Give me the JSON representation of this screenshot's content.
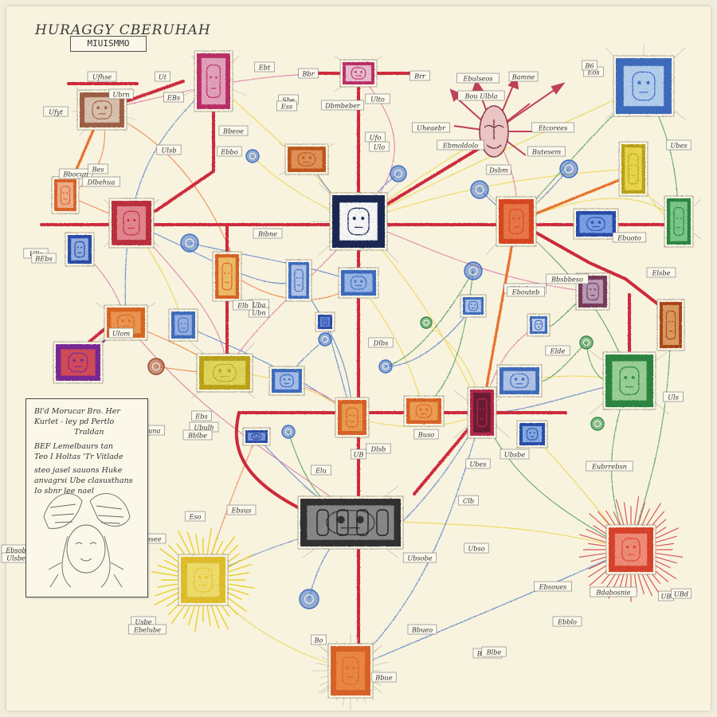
{
  "title": "HURAGGY CBERUHAH",
  "subtitle": "MIUISMMO",
  "notes": {
    "lines": [
      "Bl'd Morucar Bro. Her",
      "Kurlet - ley pd Pertlo",
      "Traldan",
      "BEF Lemelbaurs tan",
      "Teo I Holtas 'Tr Vitlade",
      "steo jasel sauons Huke",
      "anvagrsi Ube clasusthans",
      "Io sbnr lee nael"
    ]
  },
  "colors": {
    "red": "#cc2b3a",
    "orange": "#e8702a",
    "yellow": "#e8cf2e",
    "blue": "#3f6fc4",
    "green": "#2f8a45",
    "pink": "#d6659a",
    "purple": "#7d2a9a",
    "paper": "#f8f3df"
  },
  "labels": [
    {
      "id": "l1",
      "text": "Ufhse"
    },
    {
      "id": "l2",
      "text": "Bbocun"
    },
    {
      "id": "l3",
      "text": "Ufyt"
    },
    {
      "id": "l4",
      "text": "Ubrn"
    },
    {
      "id": "l5",
      "text": "Ut"
    },
    {
      "id": "l6",
      "text": "EBs"
    },
    {
      "id": "l7",
      "text": "Ebt"
    },
    {
      "id": "l8",
      "text": "Bbr"
    },
    {
      "id": "l9",
      "text": "Brr"
    },
    {
      "id": "l10",
      "text": "Ulto"
    },
    {
      "id": "l11",
      "text": "Bou Ulbla"
    },
    {
      "id": "l12",
      "text": "Uheaebr"
    },
    {
      "id": "l13",
      "text": "Ebmoldolo"
    },
    {
      "id": "l14",
      "text": "Etcorees"
    },
    {
      "id": "l15",
      "text": "Butesem"
    },
    {
      "id": "l16",
      "text": "Dsbm"
    },
    {
      "id": "l17",
      "text": "Bamne"
    },
    {
      "id": "l18",
      "text": "Ebulseos"
    },
    {
      "id": "l19",
      "text": "Ufo"
    },
    {
      "id": "l20",
      "text": "Ulo"
    },
    {
      "id": "l21",
      "text": "Sbe"
    },
    {
      "id": "l22",
      "text": "Ess"
    },
    {
      "id": "l23",
      "text": "Dbmbeber"
    },
    {
      "id": "l24",
      "text": "Bes"
    },
    {
      "id": "l25",
      "text": "Dlbehua"
    },
    {
      "id": "l26",
      "text": "Ebbo"
    },
    {
      "id": "l27",
      "text": "Ulsb"
    },
    {
      "id": "l28",
      "text": "Bbeoe"
    },
    {
      "id": "l29",
      "text": "Bibne"
    },
    {
      "id": "l30",
      "text": "Ulls"
    },
    {
      "id": "l31",
      "text": "BEbs"
    },
    {
      "id": "l32",
      "text": "Ulom"
    },
    {
      "id": "l33",
      "text": "Uba"
    },
    {
      "id": "l34",
      "text": "Ubn"
    },
    {
      "id": "l35",
      "text": "Dlbs"
    },
    {
      "id": "l36",
      "text": "Elde"
    },
    {
      "id": "l37",
      "text": "Bbsbbeso"
    },
    {
      "id": "l38",
      "text": "Ebbsbase"
    },
    {
      "id": "l39",
      "text": "Ebouteb"
    },
    {
      "id": "l40",
      "text": "Ebuoto"
    },
    {
      "id": "l41",
      "text": "Eos"
    },
    {
      "id": "l42",
      "text": "Ubes"
    },
    {
      "id": "l43",
      "text": "Elsbe"
    },
    {
      "id": "l44",
      "text": "Uls"
    },
    {
      "id": "l45",
      "text": "Eubrrebsn"
    },
    {
      "id": "l46",
      "text": "UB"
    },
    {
      "id": "l47",
      "text": "Ebblo"
    },
    {
      "id": "l48",
      "text": "Bdabosnie"
    },
    {
      "id": "l49",
      "text": "Ebsoues"
    },
    {
      "id": "l50",
      "text": "Ubso"
    },
    {
      "id": "l51",
      "text": "Clb"
    },
    {
      "id": "l52",
      "text": "Ubsobe"
    },
    {
      "id": "l53",
      "text": "Bbueo"
    },
    {
      "id": "l54",
      "text": "Bbue"
    },
    {
      "id": "l55",
      "text": "Ebs"
    },
    {
      "id": "l56",
      "text": "Ubulh"
    },
    {
      "id": "l57",
      "text": "Bbohuna"
    },
    {
      "id": "l58",
      "text": "Bblbe"
    },
    {
      "id": "l59",
      "text": "Elu"
    },
    {
      "id": "l60",
      "text": "Ebsus"
    },
    {
      "id": "l61",
      "text": "Eso"
    },
    {
      "id": "l62",
      "text": "Ebsee"
    },
    {
      "id": "l63",
      "text": "Usbe"
    },
    {
      "id": "l64",
      "text": "Ebelube"
    },
    {
      "id": "l65",
      "text": "Bbebu"
    },
    {
      "id": "l66",
      "text": "Buso"
    },
    {
      "id": "l67",
      "text": "Dlsb"
    },
    {
      "id": "l68",
      "text": "Ubsbe"
    },
    {
      "id": "l69",
      "text": "Ebsob"
    },
    {
      "id": "l70",
      "text": "Ulsbe"
    },
    {
      "id": "l71",
      "text": "Ubes"
    },
    {
      "id": "l72",
      "text": "Elb"
    },
    {
      "id": "l73",
      "text": "B6"
    },
    {
      "id": "l74",
      "text": "UBd"
    },
    {
      "id": "l75",
      "text": "Blbe"
    },
    {
      "id": "l76",
      "text": "Bo"
    },
    {
      "id": "l77",
      "text": "UB"
    }
  ]
}
